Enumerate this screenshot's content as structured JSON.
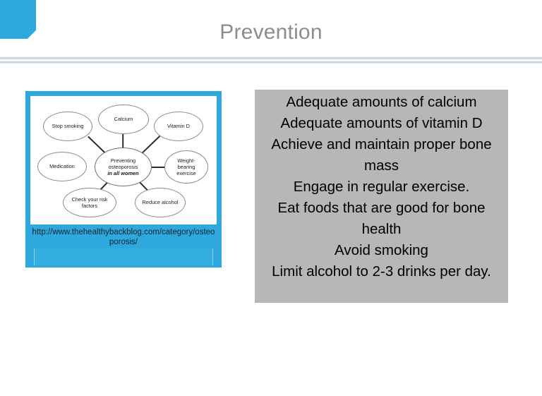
{
  "slide": {
    "title": "Prevention"
  },
  "picture": {
    "caption": "http://www.thehealthybackblog.com/category/osteoporosis/",
    "diagram": {
      "center": {
        "line1": "Preventing",
        "line2": "osteoporosis",
        "line3": "in all women"
      },
      "nodes": [
        {
          "id": "stop-smoking",
          "label": "Stop smoking"
        },
        {
          "id": "calcium",
          "label": "Calcium"
        },
        {
          "id": "vitamin-d",
          "label": "Vitamin D"
        },
        {
          "id": "weight-bearing-exercise",
          "label": "Weight-bearing exercise"
        },
        {
          "id": "reduce-alcohol",
          "label": "Reduce alcohol"
        },
        {
          "id": "check-risk-factors",
          "label": "Check your risk factors"
        },
        {
          "id": "medication",
          "label": "Medication"
        }
      ]
    }
  },
  "content": {
    "lines": [
      "Adequate amounts of calcium",
      "Adequate amounts of vitamin D",
      "Achieve and maintain proper bone mass",
      "Engage in regular exercise.",
      "Eat foods that are good for bone health",
      "Avoid smoking",
      "Limit alcohol to 2-3 drinks per day."
    ]
  },
  "colors": {
    "accent_blue": "#2FA8DD",
    "content_box_gray": "#b7b7b7",
    "title_gray": "#8d8d8d"
  }
}
